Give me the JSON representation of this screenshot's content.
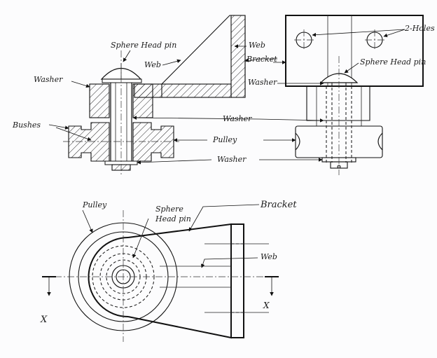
{
  "labels": {
    "sphere_head_pin_top": "Sphere Head pin",
    "web_front": "Web",
    "washer_front": "Washer",
    "bushes": "Bushes",
    "web_side": "Web",
    "bracket_side": "Bracket",
    "two_holes": "2-Holes",
    "sphere_head_pin_side": "Sphere Head pin",
    "washer_side": "Washer",
    "washer_mid": "Washer",
    "pulley_mid": "Pulley",
    "washer_bottom": "Washer",
    "pulley_plan": "Pulley",
    "sphere_plan_1": "Sphere",
    "sphere_plan_2": "Head pin",
    "bracket_plan": "Bracket",
    "web_plan": "Web",
    "x_left": "X",
    "x_right": "X"
  }
}
